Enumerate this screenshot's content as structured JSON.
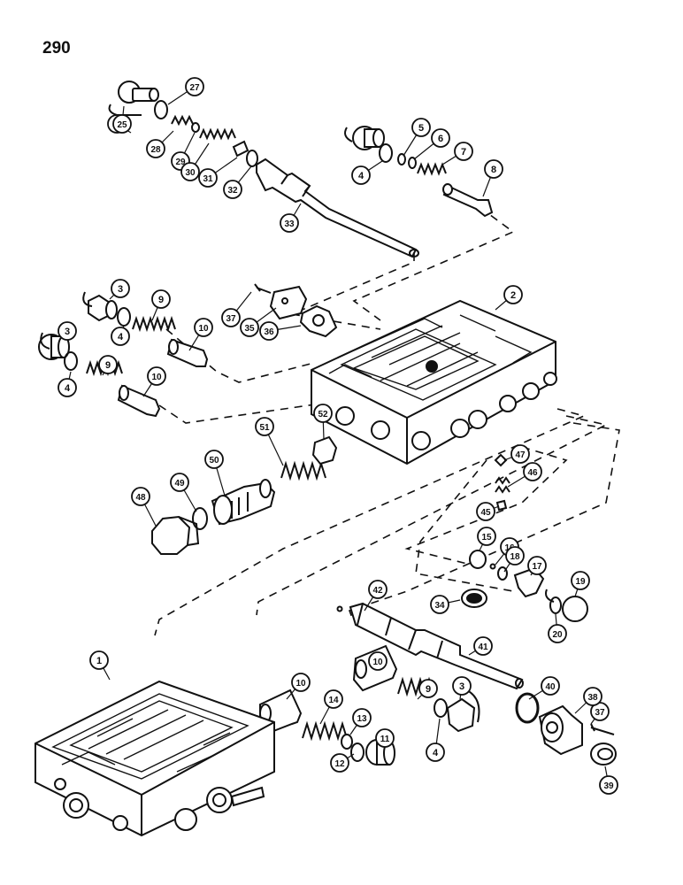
{
  "page_number": "290",
  "callouts": [
    "1",
    "2",
    "3",
    "3",
    "3",
    "3",
    "4",
    "4",
    "4",
    "4",
    "5",
    "6",
    "7",
    "8",
    "9",
    "9",
    "9",
    "10",
    "10",
    "10",
    "10",
    "11",
    "12",
    "13",
    "14",
    "15",
    "16",
    "17",
    "18",
    "19",
    "20",
    "25",
    "27",
    "28",
    "29",
    "30",
    "31",
    "32",
    "33",
    "34",
    "35",
    "36",
    "37",
    "37",
    "38",
    "39",
    "40",
    "41",
    "42",
    "45",
    "46",
    "47",
    "48",
    "49",
    "50",
    "51",
    "52"
  ],
  "colors": {
    "ink": "#111111",
    "paper": "#ffffff",
    "callout_fill": "#ffffff"
  }
}
